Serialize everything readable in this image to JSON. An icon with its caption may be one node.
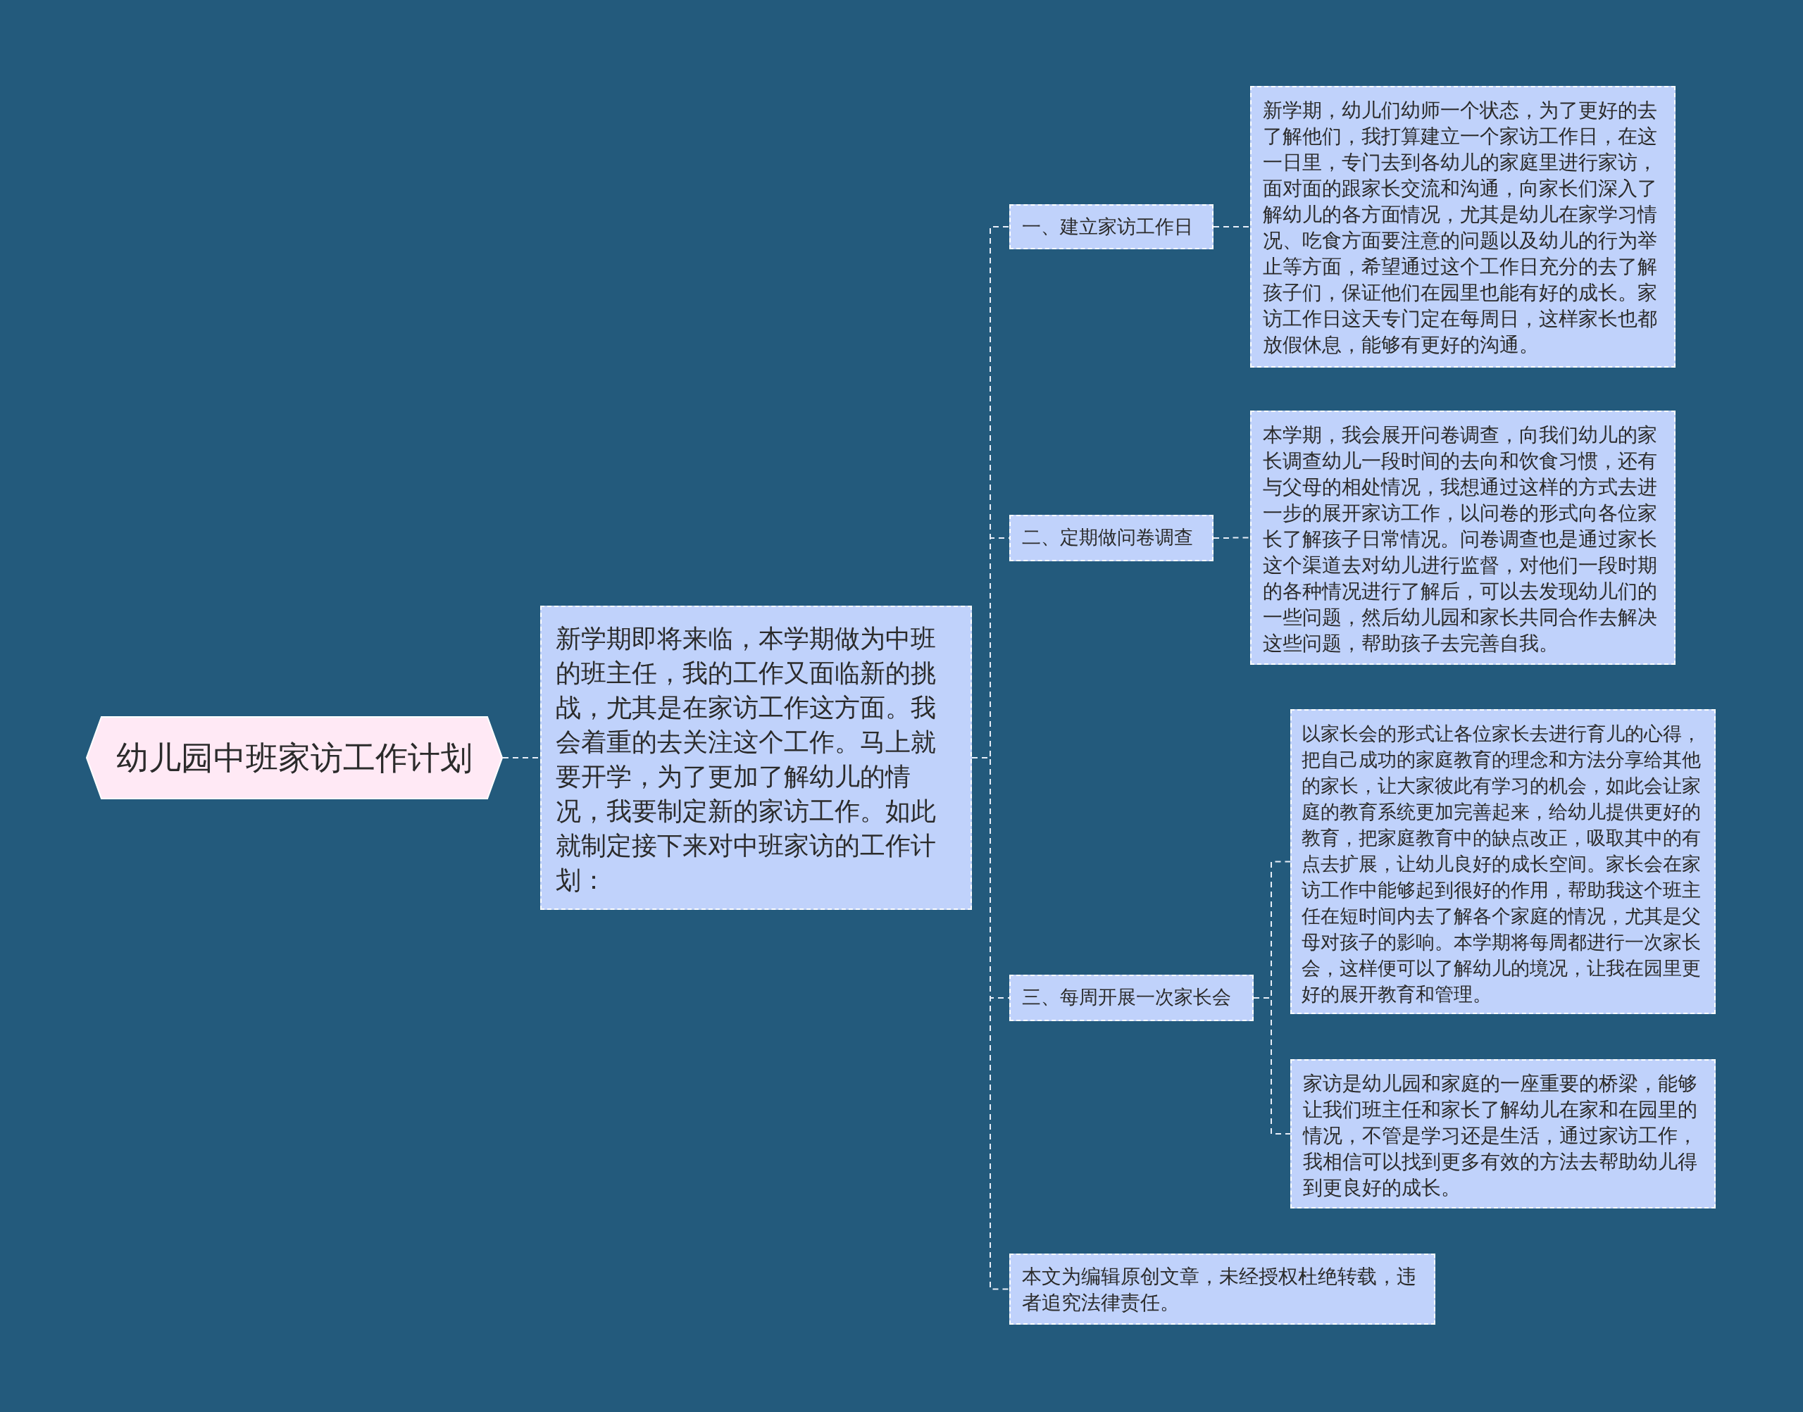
{
  "diagram": {
    "nodes": [
      {
        "text": [
          "幼儿园中班家访工作计划"
        ]
      },
      {
        "text": [
          "新学期即将来临，本学期做为中班的班主任，我的工作又面临新的挑战，尤其是在家访工作这方面。我会着重的去关注这个工作。马上就要开学，为了更加了解幼儿的情况，我要制定新的家访工作。如此就制定接下来对中班家访的工作计划："
        ]
      },
      {
        "text": [
          "一、建立家访工作日"
        ]
      },
      {
        "text": [
          "新学期，幼儿们幼师一个状态，为了更好的去了解他们，我打算建立一个家访工作日，在这一日里，专门去到各幼儿的家庭里进行家访，面对面的跟家长交流和沟通，向家长们深入了解幼儿的各方面情况，尤其是幼儿在家学习情况、吃食方面要注意的问题以及幼儿的行为举止等方面，希望通过这个工作日充分的去了解孩子们，保证他们在园里也能有好的成长。家访工作日这天专门定在每周日，这样家长也都放假休息，能够有更好的沟通。"
        ]
      },
      {
        "text": [
          "二、定期做问卷调查"
        ]
      },
      {
        "text": [
          "本学期，我会展开问卷调查，向我们幼儿的家长调查幼儿一段时间的去向和饮食习惯，还有与父母的相处情况，我想通过这样的方式去进一步的展开家访工作，以问卷的形式向各位家长了解孩子日常情况。问卷调查也是通过家长这个渠道去对幼儿进行监督，对他们一段时期的各种情况进行了解后，可以去发现幼儿们的一些问题，然后幼儿园和家长共同合作去解决这些问题，帮助孩子去完善自我。"
        ]
      },
      {
        "text": [
          "三、每周开展一次家长会"
        ]
      },
      {
        "text": [
          "以家长会的形式让各位家长去进行育儿的心得，把自己成功的家庭教育的理念和方法分享给其他的家长，让大家彼此有学习的机会，如此会让家庭的教育系统更加完善起来，给幼儿提供更好的教育，把家庭教育中的缺点改正，吸取其中的有点去扩展，让幼儿良好的成长空间。家长会在家访工作中能够起到很好的作用，帮助我这个班主任在短时间内去了解各个家庭的情况，尤其是父母对孩子的影响。本学期将每周都进行一次家长会，这样便可以了解幼儿的境况，让我在园里更好的展开教育和管理。"
        ]
      },
      {
        "text": [
          "家访是幼儿园和家庭的一座重要的桥梁，能够让我们班主任和家长了解幼儿在家和在园里的情况，不管是学习还是生活，通过家访工作，我相信可以找到更多有效的方法去帮助幼儿得到更良好的成长。"
        ]
      },
      {
        "text": [
          "本文为编辑原创文章，未经授权杜绝转载，违者追究法律责任。"
        ]
      }
    ],
    "edges": [
      {
        "from": 0,
        "to": 1,
        "arrow": "none"
      },
      {
        "from": 1,
        "to": 2,
        "arrow": "none"
      },
      {
        "from": 1,
        "to": 4,
        "arrow": "none"
      },
      {
        "from": 1,
        "to": 6,
        "arrow": "none"
      },
      {
        "from": 1,
        "to": 9,
        "arrow": "none"
      },
      {
        "from": 2,
        "to": 3,
        "arrow": "none"
      },
      {
        "from": 4,
        "to": 5,
        "arrow": "none"
      },
      {
        "from": 6,
        "to": 7,
        "arrow": "none"
      },
      {
        "from": 6,
        "to": 8,
        "arrow": "none"
      }
    ]
  }
}
